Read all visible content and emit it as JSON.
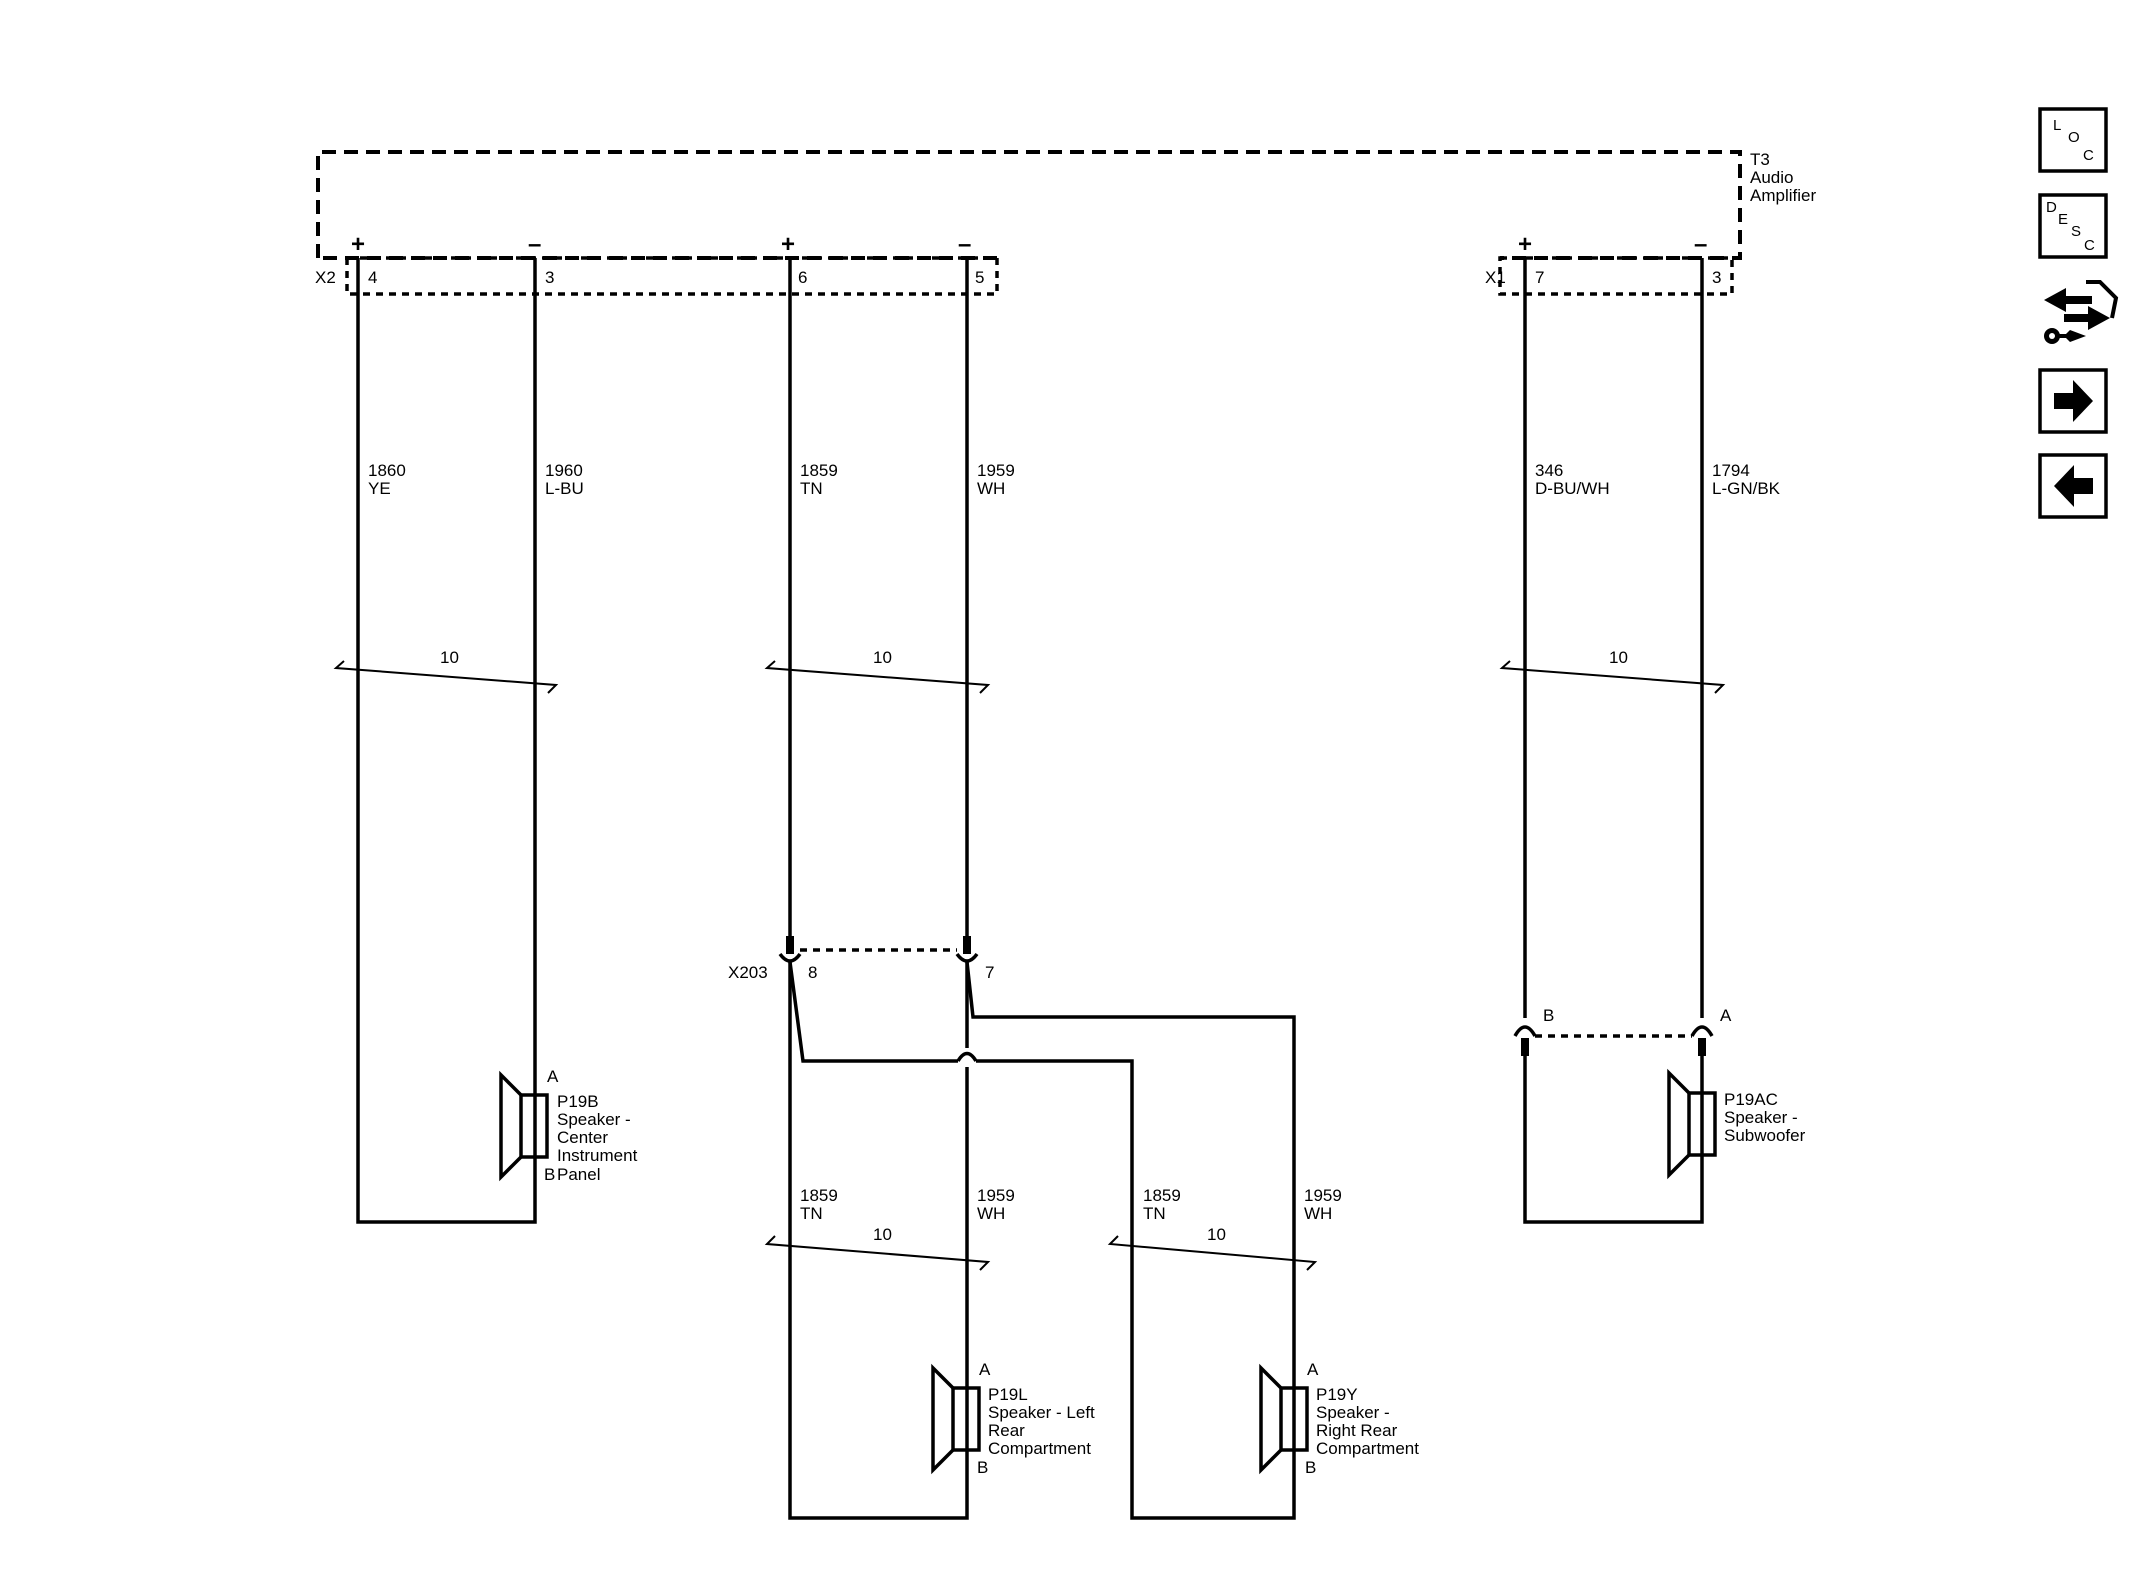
{
  "module": {
    "ref": "T3",
    "name_line1": "Audio",
    "name_line2": "Amplifier",
    "connector_left": "X2",
    "connector_right": "X1"
  },
  "terminals": {
    "pin_4": "4",
    "pin_3a": "3",
    "pin_6": "6",
    "pin_5": "5",
    "pin_7": "7",
    "pin_3b": "3",
    "plus": "+",
    "minus": "–"
  },
  "wires": {
    "w1860": {
      "circuit": "1860",
      "color": "YE"
    },
    "w1960": {
      "circuit": "1960",
      "color": "L-BU"
    },
    "w1859": {
      "circuit": "1859",
      "color": "TN"
    },
    "w1959": {
      "circuit": "1959",
      "color": "WH"
    },
    "w346": {
      "circuit": "346",
      "color": "D-BU/WH"
    },
    "w1794": {
      "circuit": "1794",
      "color": "L-GN/BK"
    },
    "w1859_left": {
      "circuit": "1859",
      "color": "TN"
    },
    "w1959_left": {
      "circuit": "1959",
      "color": "WH"
    },
    "w1859_right": {
      "circuit": "1859",
      "color": "TN"
    },
    "w1959_right": {
      "circuit": "1959",
      "color": "WH"
    }
  },
  "twist": {
    "label": "10"
  },
  "inline_connector": {
    "ref": "X203",
    "pin_8": "8",
    "pin_7": "7"
  },
  "sub_connector": {
    "pin_b": "B",
    "pin_a": "A"
  },
  "speakers": {
    "center": {
      "ref": "P19B",
      "l1": "Speaker -",
      "l2": "Center",
      "l3": "Instrument",
      "l4": "Panel",
      "pin_a": "A",
      "pin_b": "B"
    },
    "left_rear": {
      "ref": "P19L",
      "l1": "Speaker - Left",
      "l2": "Rear",
      "l3": "Compartment",
      "pin_a": "A",
      "pin_b": "B"
    },
    "right_rear": {
      "ref": "P19Y",
      "l1": "Speaker -",
      "l2": "Right Rear",
      "l3": "Compartment",
      "pin_a": "A",
      "pin_b": "B"
    },
    "subwoofer": {
      "ref": "P19AC",
      "l1": "Speaker -",
      "l2": "Subwoofer"
    }
  },
  "nav": {
    "loc": {
      "l": "L",
      "o": "O",
      "c": "C"
    },
    "desc": {
      "d": "D",
      "e": "E",
      "s": "S",
      "c": "C"
    },
    "icons": [
      "loc-icon",
      "desc-icon",
      "connector-repair-icon",
      "arrow-right-icon",
      "arrow-left-icon"
    ]
  }
}
